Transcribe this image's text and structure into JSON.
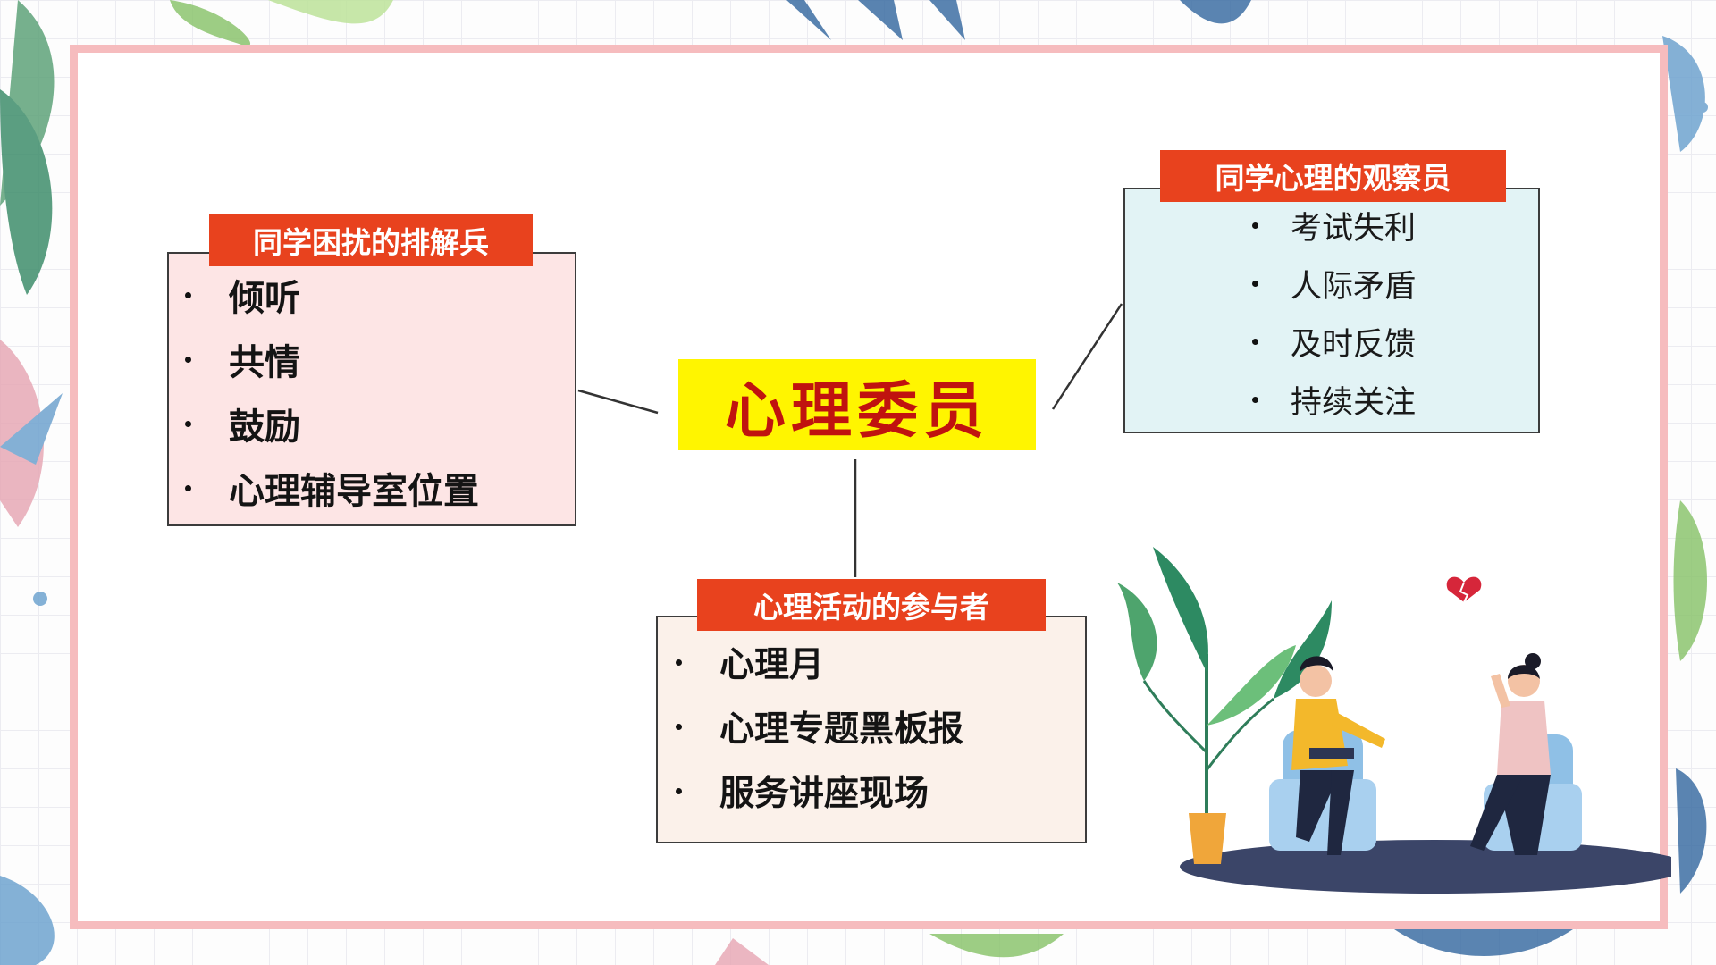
{
  "diagram": {
    "center": "心理委员",
    "left": {
      "tag": "同学困扰的排解兵",
      "items": [
        "倾听",
        "共情",
        "鼓励",
        "心理辅导室位置"
      ]
    },
    "right": {
      "tag": "同学心理的观察员",
      "items": [
        "考试失利",
        "人际矛盾",
        "及时反馈",
        "持续关注"
      ]
    },
    "bottom": {
      "tag": "心理活动的参与者",
      "items": [
        "心理月",
        "心理专题黑板报",
        "服务讲座现场"
      ]
    }
  },
  "colors": {
    "center_fill": "#fff500",
    "center_text": "#c0130f",
    "tag_fill": "#e8421e",
    "frame_border": "#f6bcbe",
    "left_card": "#fde5e5",
    "right_card": "#e2f3f5",
    "bottom_card": "#fbf1ea"
  },
  "icons": {
    "illustration": "counseling-conversation-illustration",
    "plant": "potted-plant-icon",
    "heart": "broken-heart-icon"
  }
}
